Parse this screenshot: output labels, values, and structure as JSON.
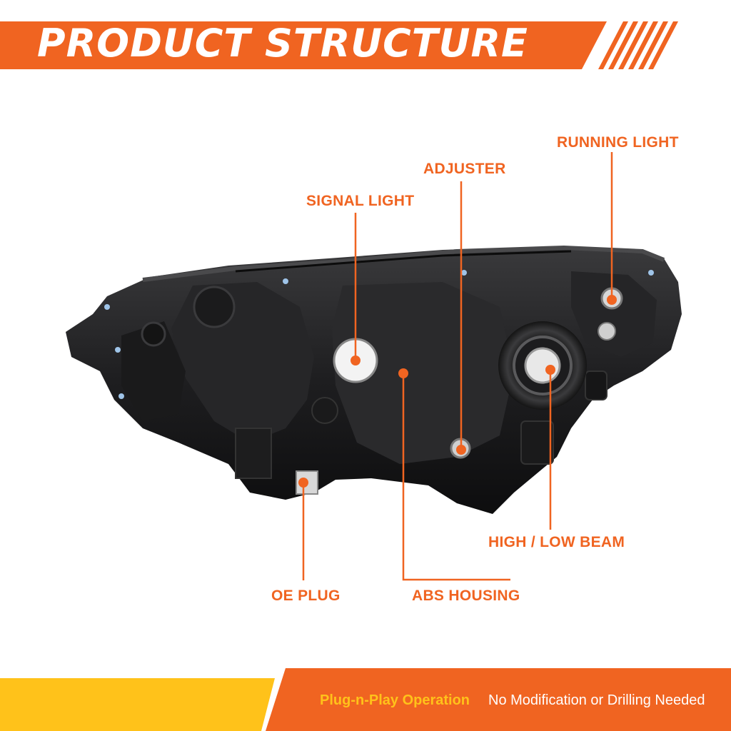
{
  "header": {
    "title": "PRODUCT STRUCTURE",
    "colors": {
      "banner": "#f06421",
      "stripes": "#f06421",
      "text": "#ffffff"
    }
  },
  "product": {
    "image_description_icon": "headlight-rear-view-icon"
  },
  "callouts": [
    {
      "id": "running-light",
      "label": "RUNNING LIGHT"
    },
    {
      "id": "adjuster",
      "label": "ADJUSTER"
    },
    {
      "id": "signal-light",
      "label": "SIGNAL LIGHT"
    },
    {
      "id": "high-low-beam",
      "label": "HIGH / LOW BEAM"
    },
    {
      "id": "oe-plug",
      "label": "OE PLUG"
    },
    {
      "id": "abs-housing",
      "label": "ABS HOUSING"
    }
  ],
  "footer": {
    "accent_text": "Plug-n-Play Operation",
    "plain_text": "No Modification or Drilling Needed",
    "colors": {
      "band": "#f06421",
      "left_tab": "#ffc21a",
      "accent": "#ffc21a"
    }
  },
  "accent_color": "#f06421"
}
